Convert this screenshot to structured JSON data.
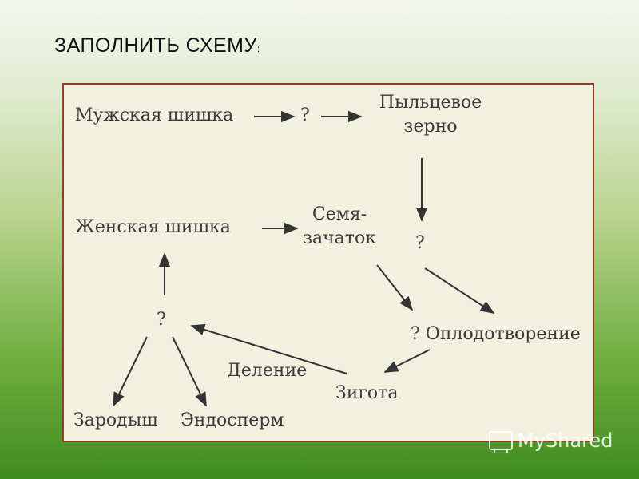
{
  "slide": {
    "title": "ЗАПОЛНИТЬ СХЕМУ",
    "title_suffix": ":"
  },
  "diagram": {
    "nodes": {
      "male_cone": "Мужская шишка",
      "q1": "?",
      "pollen_line1": "Пыльцевое",
      "pollen_line2": "зерно",
      "female_cone": "Женская шишка",
      "ovule_line1": "Семя-",
      "ovule_line2": "зачаток",
      "q2": "?",
      "q3": "?",
      "fertilization": "? Оплодотворение",
      "division": "Деление",
      "zygote": "Зигота",
      "embryo": "Зародыш",
      "endosperm": "Эндосперм"
    }
  },
  "watermark": {
    "text": "MyShared",
    "icon": "presentation-screen-icon"
  },
  "colors": {
    "panel_background": "#f2f0df",
    "panel_border": "#9a3a2a",
    "text": "#3a3a3a",
    "arrow": "#333333"
  }
}
